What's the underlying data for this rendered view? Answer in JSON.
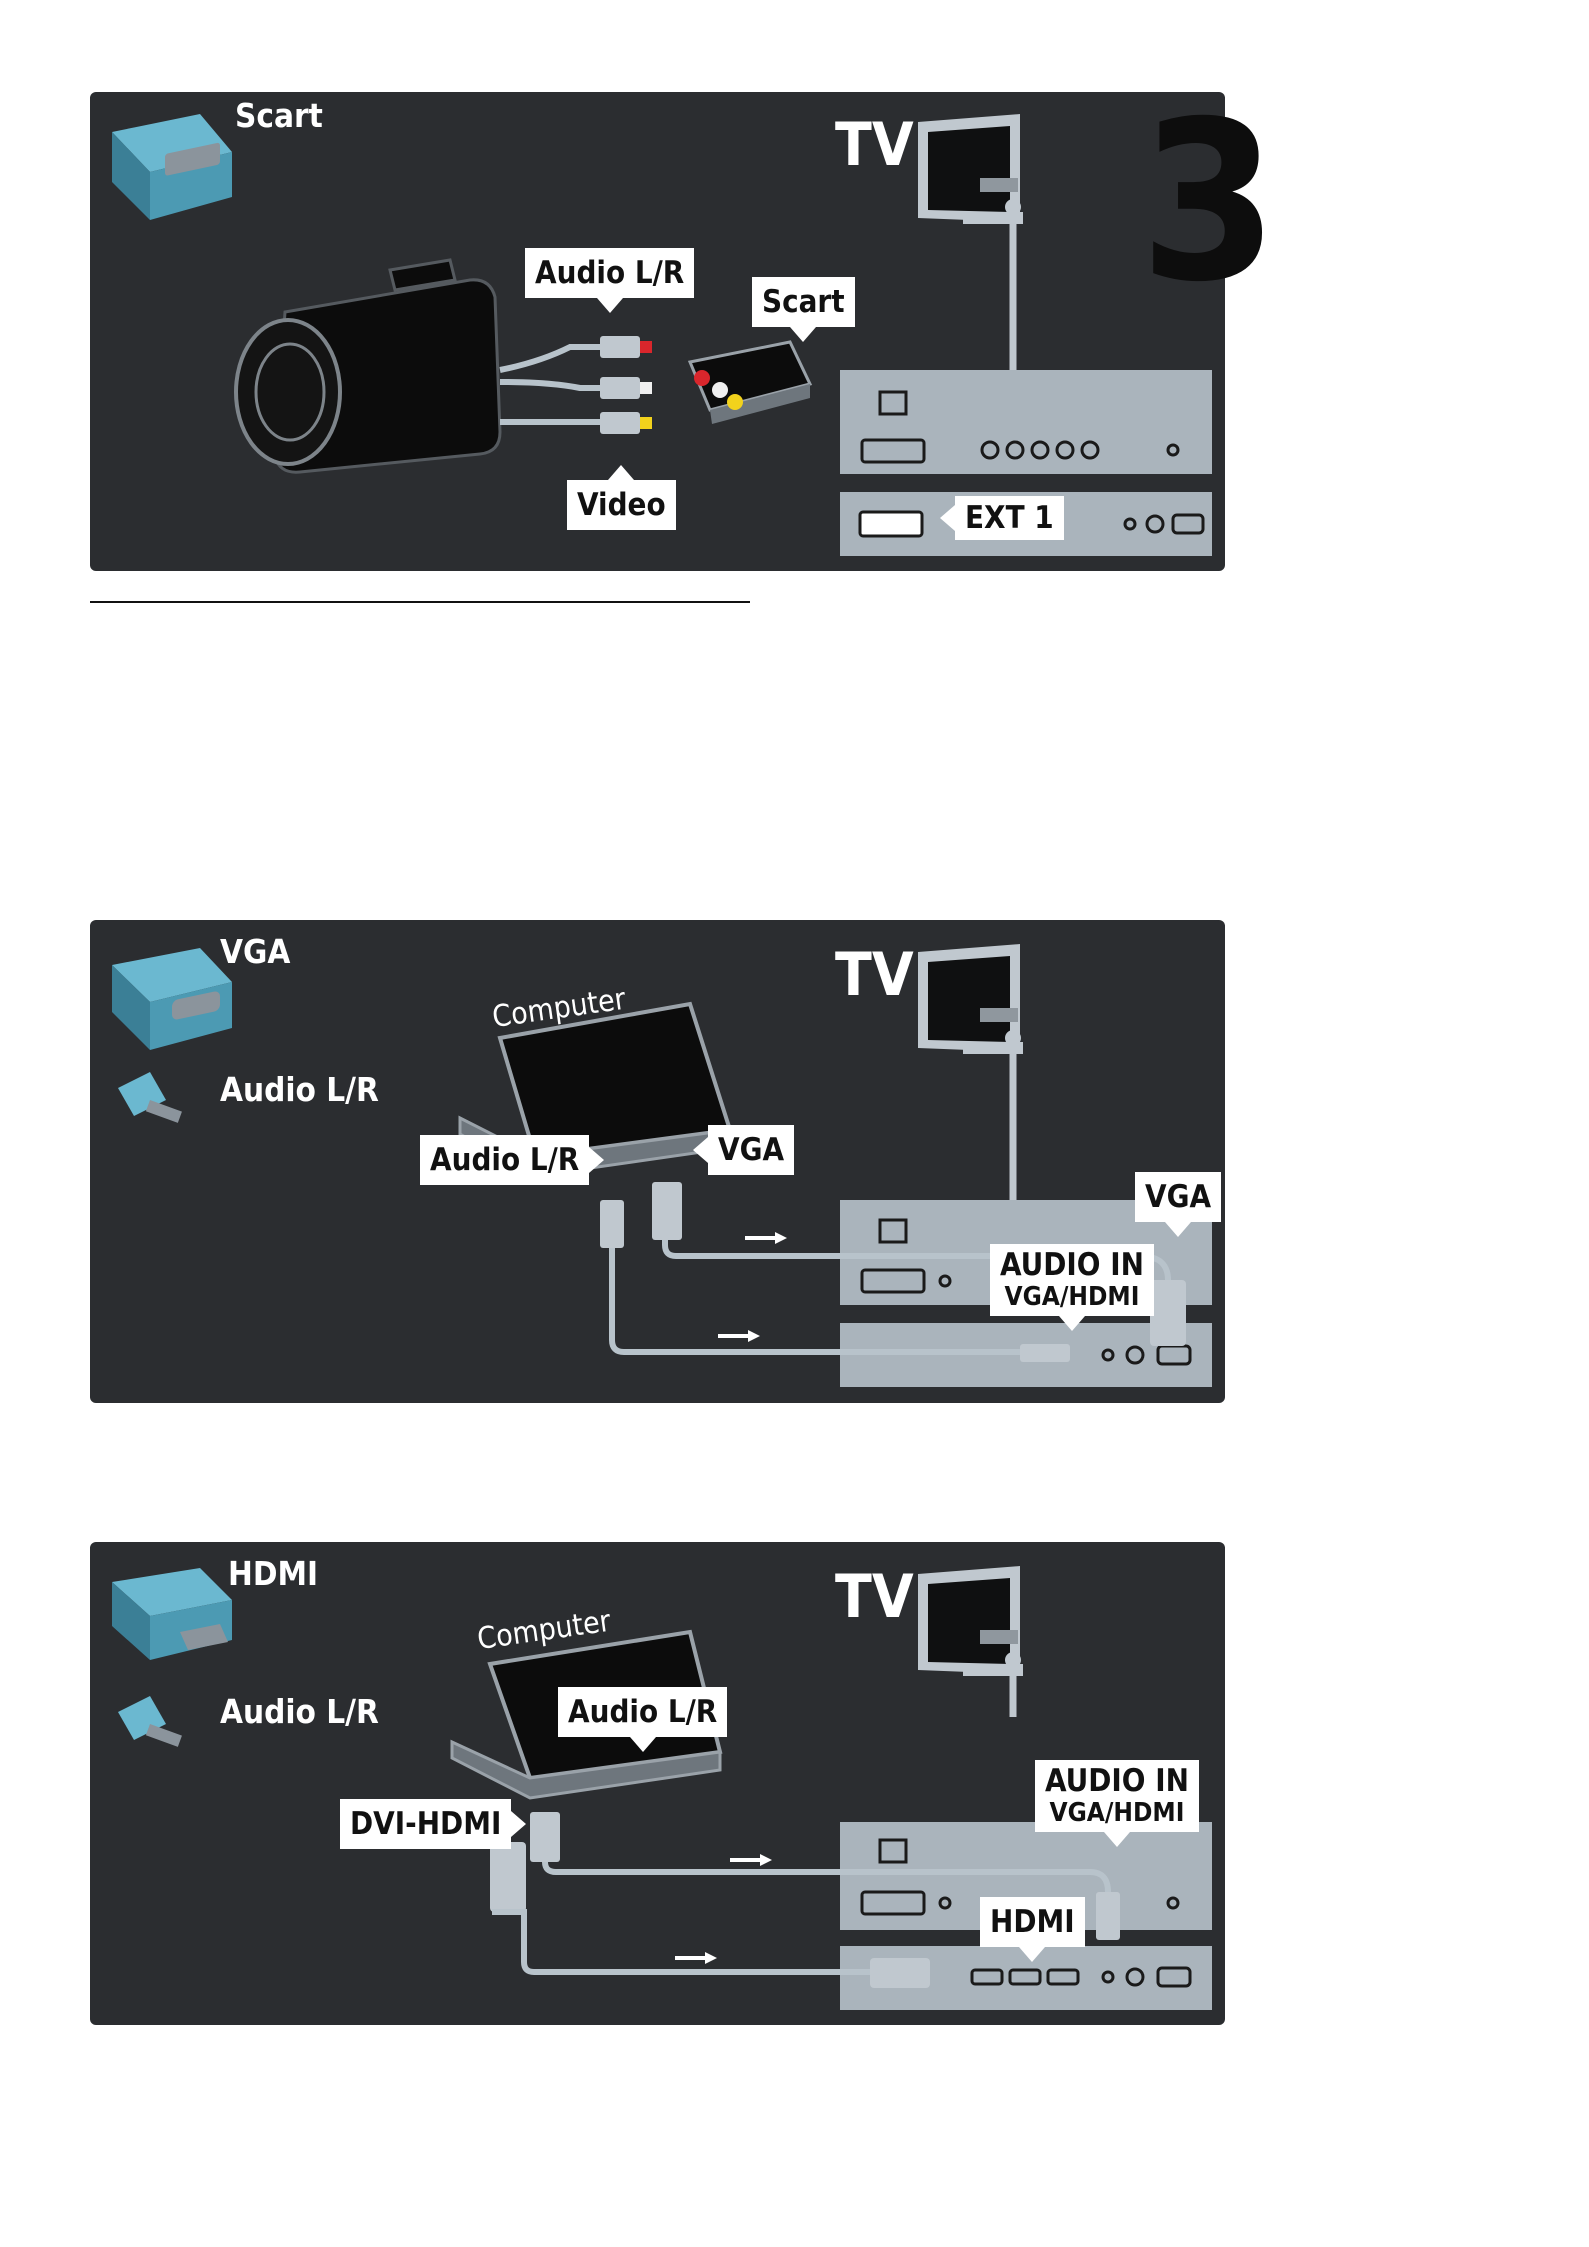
{
  "page_number": "3",
  "panels": [
    {
      "id": "scart",
      "cable_labels": [
        "Scart"
      ],
      "tv_label": "TV",
      "callouts": {
        "audio": "Audio L/R",
        "scart": "Scart",
        "video": "Video",
        "ext": "EXT 1"
      }
    },
    {
      "id": "vga",
      "cable_labels": [
        "VGA",
        "Audio L/R"
      ],
      "tv_label": "TV",
      "computer_label": "Computer",
      "callouts": {
        "audio": "Audio L/R",
        "vga": "VGA",
        "tv_vga": "VGA",
        "audio_in_1": "AUDIO IN",
        "audio_in_2": "VGA/HDMI"
      }
    },
    {
      "id": "hdmi",
      "cable_labels": [
        "HDMI",
        "Audio L/R"
      ],
      "tv_label": "TV",
      "computer_label": "Computer",
      "callouts": {
        "audio": "Audio L/R",
        "dvi": "DVI-HDMI",
        "hdmi": "HDMI",
        "audio_in_1": "AUDIO IN",
        "audio_in_2": "VGA/HDMI"
      }
    }
  ],
  "colors": {
    "panel_bg": "#2b2d30",
    "callout_bg": "#ffffff",
    "connector_panel": "#aab4bc",
    "cable": "#b8c3cb"
  }
}
